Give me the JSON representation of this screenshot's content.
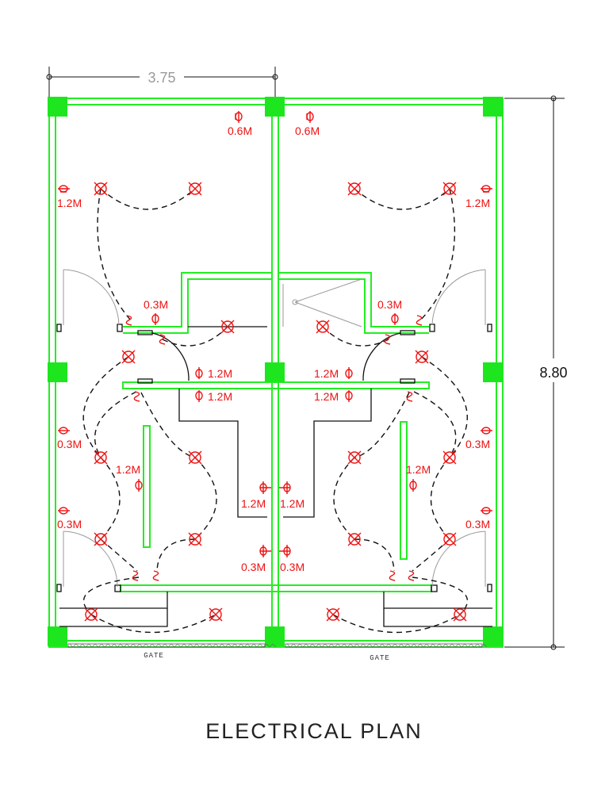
{
  "title": "ELECTRICAL PLAN",
  "dimensions": {
    "width": "3.75",
    "height": "8.80"
  },
  "gate_label": "GATE",
  "outlet_labels": {
    "h06": "0.6M",
    "h12": "1.2M",
    "h03": "0.3M"
  },
  "colors": {
    "walls": "#22ee22",
    "columns": "#1ee61e",
    "electrical_symbols": "#ee1111",
    "wiring": "#111111"
  },
  "icons": [
    "ceiling-light-icon",
    "outlet-icon",
    "switch-icon"
  ]
}
